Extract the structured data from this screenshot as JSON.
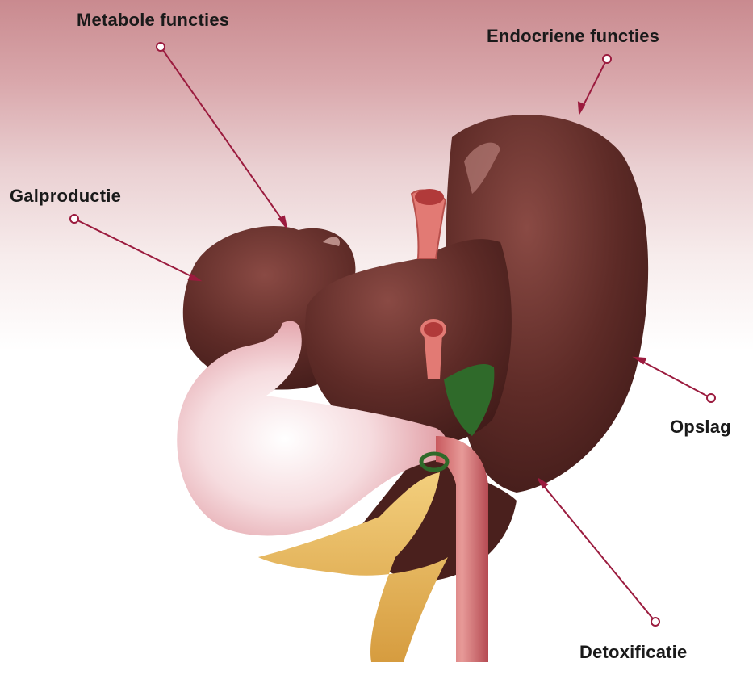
{
  "labels": {
    "metabole": "Metabole functies",
    "endocriene": "Endocriene functies",
    "galproductie": "Galproductie",
    "opslag": "Opslag",
    "detoxificatie": "Detoxificatie"
  },
  "colors": {
    "pointer": "#9b1b3e",
    "liver": "#5a2a26",
    "stomach": "#f1c9cc",
    "pancreas": "#e6b85a",
    "aorta": "#e27a74",
    "gallbladder": "#2f6a2a"
  }
}
